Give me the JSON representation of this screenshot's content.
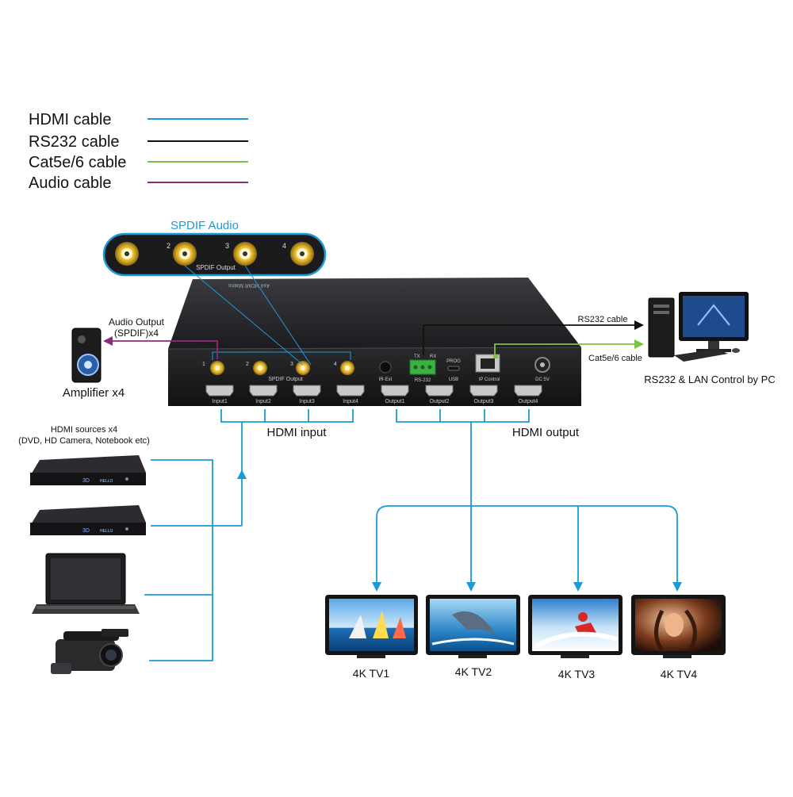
{
  "legend": {
    "items": [
      {
        "label": "HDMI cable",
        "color": "#1a9bd7"
      },
      {
        "label": "RS232 cable",
        "color": "#111111"
      },
      {
        "label": "Cat5e/6 cable",
        "color": "#7dc242"
      },
      {
        "label": "Audio cable",
        "color": "#8e2a7c"
      }
    ]
  },
  "spdif_callout": {
    "title": "SPDIF Audio",
    "port_numbers": [
      "2",
      "3",
      "4"
    ],
    "port_caption": "SPDIF Output"
  },
  "device": {
    "top_label": "4x4 HDMI Matrix",
    "spdif_numbers": [
      "1",
      "2",
      "3",
      "4"
    ],
    "spdif_label": "SPDIF Output",
    "ir_label": "IR-Ext",
    "rs232_tx": "TX",
    "rs232_rx": "RX",
    "rs232_label": "RS-232",
    "prog_label": "PROG",
    "usb_label": "USB",
    "ip_label": "IP Control",
    "dc_label": "DC 5V",
    "inputs": [
      "Input1",
      "Input2",
      "Input3",
      "Input4"
    ],
    "outputs": [
      "Output1",
      "Output2",
      "Output3",
      "Output4"
    ]
  },
  "labels": {
    "audio_output_line1": "Audio Output",
    "audio_output_line2": "(SPDIF)x4",
    "amplifier": "Amplifier x4",
    "hdmi_sources_line1": "HDMI sources x4",
    "hdmi_sources_line2": "(DVD, HD Camera, Notebook etc)",
    "hdmi_input": "HDMI input",
    "hdmi_output": "HDMI output",
    "rs232_cable": "RS232 cable",
    "cat5_cable": "Cat5e/6 cable",
    "pc_control": "RS232 & LAN Control by PC",
    "player_3d_text": "3D",
    "player_display": "HELLO"
  },
  "tvs": [
    "4K TV1",
    "4K TV2",
    "4K TV3",
    "4K TV4"
  ],
  "colors": {
    "hdmi": "#1a9bd7",
    "rs232": "#111111",
    "cat5": "#7dc242",
    "audio": "#8e2a7c",
    "spdif_title": "#1a9bd7",
    "rca_gold": "#e8b92e"
  }
}
